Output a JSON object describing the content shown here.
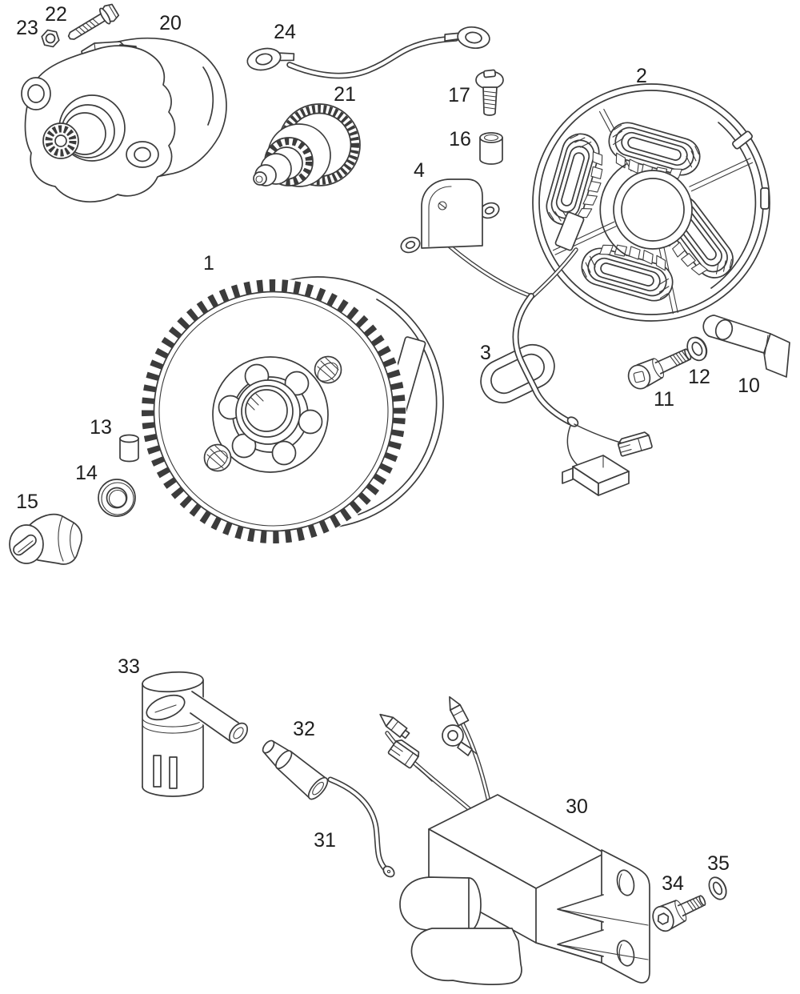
{
  "diagram": {
    "background": "#ffffff",
    "ink": "#3c3c3c",
    "label_color": "#1e1e1e",
    "parts": [
      {
        "label": "1",
        "name": "flywheel-rotor"
      },
      {
        "label": "2",
        "name": "stator-assembly"
      },
      {
        "label": "3",
        "name": "cable-grommet"
      },
      {
        "label": "4",
        "name": "pickup-coil-bracket"
      },
      {
        "label": "10",
        "name": "bracket-plate"
      },
      {
        "label": "11",
        "name": "socket-head-bolt"
      },
      {
        "label": "12",
        "name": "washer"
      },
      {
        "label": "13",
        "name": "dowel-pin"
      },
      {
        "label": "14",
        "name": "ring-washer"
      },
      {
        "label": "15",
        "name": "cap-nut"
      },
      {
        "label": "16",
        "name": "spacer-bushing"
      },
      {
        "label": "17",
        "name": "pan-head-screw"
      },
      {
        "label": "20",
        "name": "starter-motor"
      },
      {
        "label": "21",
        "name": "starter-drive-gear"
      },
      {
        "label": "22",
        "name": "hex-bolt"
      },
      {
        "label": "23",
        "name": "hex-nut"
      },
      {
        "label": "24",
        "name": "ground-cable"
      },
      {
        "label": "30",
        "name": "ignition-coil"
      },
      {
        "label": "31",
        "name": "spark-plug-wire"
      },
      {
        "label": "32",
        "name": "wire-connector"
      },
      {
        "label": "33",
        "name": "spark-plug-cap"
      },
      {
        "label": "34",
        "name": "socket-head-bolt"
      },
      {
        "label": "35",
        "name": "lock-washer"
      }
    ]
  }
}
